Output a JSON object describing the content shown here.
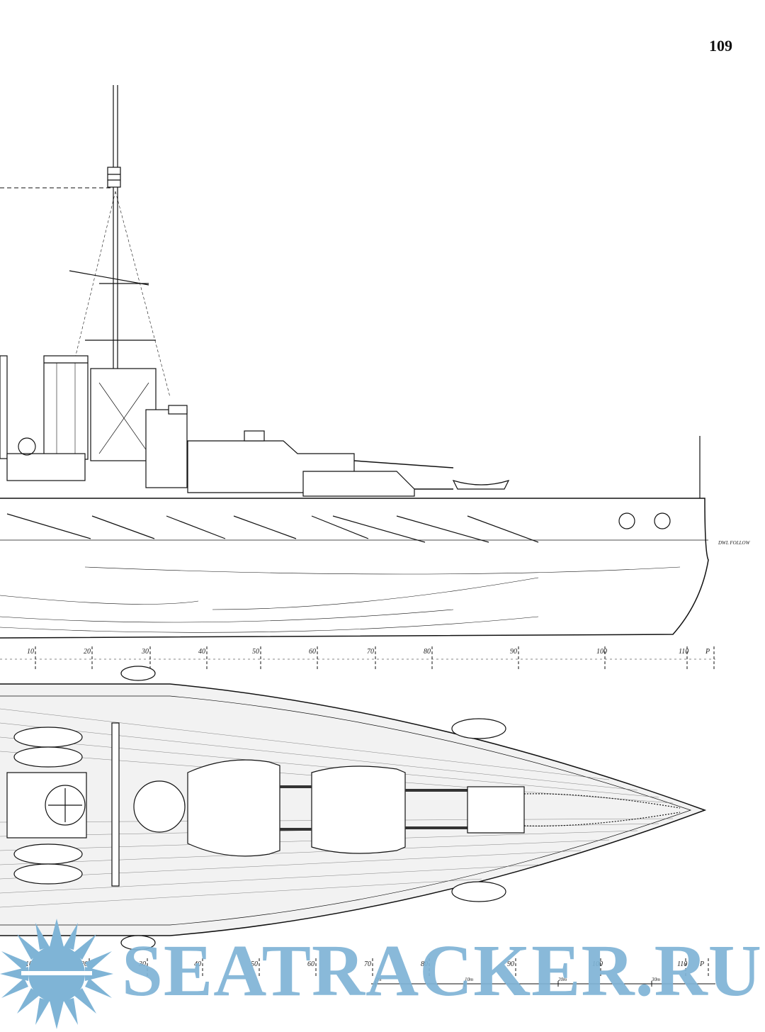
{
  "page": {
    "number": "109"
  },
  "frames": {
    "profile_labels": [
      "10",
      "20",
      "30",
      "40",
      "50",
      "60",
      "70",
      "80",
      "90",
      "100",
      "110",
      "P"
    ],
    "plan_labels": [
      "10",
      "20",
      "30",
      "40",
      "50",
      "60",
      "70",
      "80",
      "90",
      "100",
      "110",
      "P"
    ]
  },
  "annotations": {
    "waterline_mark": "DWL FOLLOW",
    "scale_labels": [
      "0m",
      "10m",
      "20m",
      "30m"
    ]
  },
  "watermark": {
    "text": "SEATRACKER.RU",
    "color": "#7fb4d6"
  }
}
